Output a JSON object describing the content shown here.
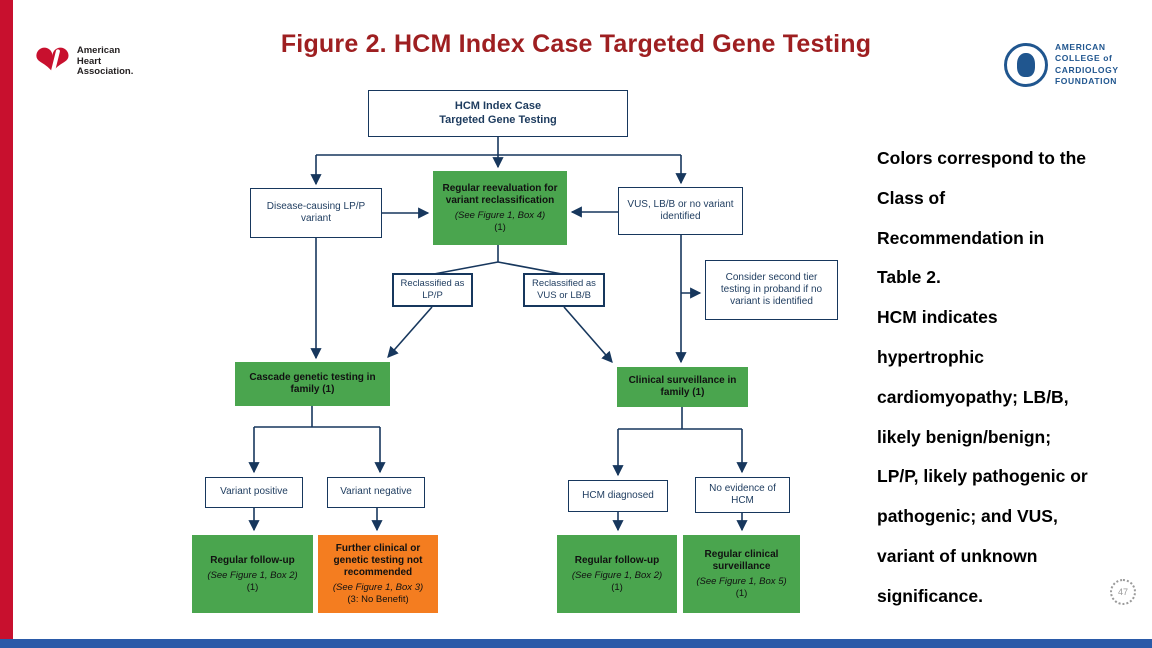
{
  "header": {
    "title": "Figure 2. HCM Index Case Targeted Gene Testing",
    "aha_logo": {
      "line1": "American",
      "line2": "Heart",
      "line3": "Association."
    },
    "acc_logo": {
      "line1": "AMERICAN",
      "line2": "COLLEGE of",
      "line3": "CARDIOLOGY",
      "line4": "FOUNDATION"
    }
  },
  "flowchart": {
    "nodes": {
      "root": {
        "lines": [
          "HCM Index Case",
          "Targeted Gene Testing"
        ]
      },
      "disease": {
        "label": "Disease-causing LP/P variant"
      },
      "reeval": {
        "label": "Regular reevaluation for variant reclassification",
        "note": "(See Figure 1, Box 4)",
        "cls": "(1)"
      },
      "vus": {
        "label": "VUS, LB/B or no variant identified"
      },
      "reclp": {
        "label": "Reclassified as LP/P"
      },
      "recvus": {
        "label": "Reclassified as VUS or LB/B"
      },
      "second": {
        "label": "Consider second tier testing in proband if no variant is identified"
      },
      "cascade": {
        "label": "Cascade genetic testing in family (1)"
      },
      "surveil": {
        "label": "Clinical surveillance in family (1)"
      },
      "varpos": {
        "label": "Variant positive"
      },
      "varneg": {
        "label": "Variant negative"
      },
      "hcmdx": {
        "label": "HCM diagnosed"
      },
      "noevid": {
        "label": "No evidence of HCM"
      },
      "fu1": {
        "label": "Regular follow-up",
        "note": "(See Figure 1, Box 2)",
        "cls": "(1)"
      },
      "nofurther": {
        "label": "Further clinical or genetic testing not recommended",
        "note": "(See Figure 1, Box 3)",
        "cls": "(3: No Benefit)"
      },
      "fu2": {
        "label": "Regular follow-up",
        "note": "(See Figure 1, Box 2)",
        "cls": "(1)"
      },
      "regsurv": {
        "label": "Regular clinical surveillance",
        "note": "(See Figure 1, Box 5)",
        "cls": "(1)"
      }
    }
  },
  "legend": {
    "lines": [
      "Colors correspond to the",
      "Class of",
      "Recommendation in",
      "Table 2.",
      "HCM indicates",
      "hypertrophic",
      "cardiomyopathy; LB/B,",
      "likely benign/benign;",
      "LP/P, likely pathogenic or",
      "pathogenic; and VUS,",
      "variant of unknown",
      "significance."
    ]
  },
  "footer": {
    "page_number": "47"
  },
  "colors": {
    "class1_green": "#4aa54e",
    "class3_orange": "#f47d20",
    "line_navy": "#17375d",
    "title_red": "#9e1f21",
    "sidebar_red": "#c8102e",
    "bottombar_blue": "#2a5aa8"
  }
}
